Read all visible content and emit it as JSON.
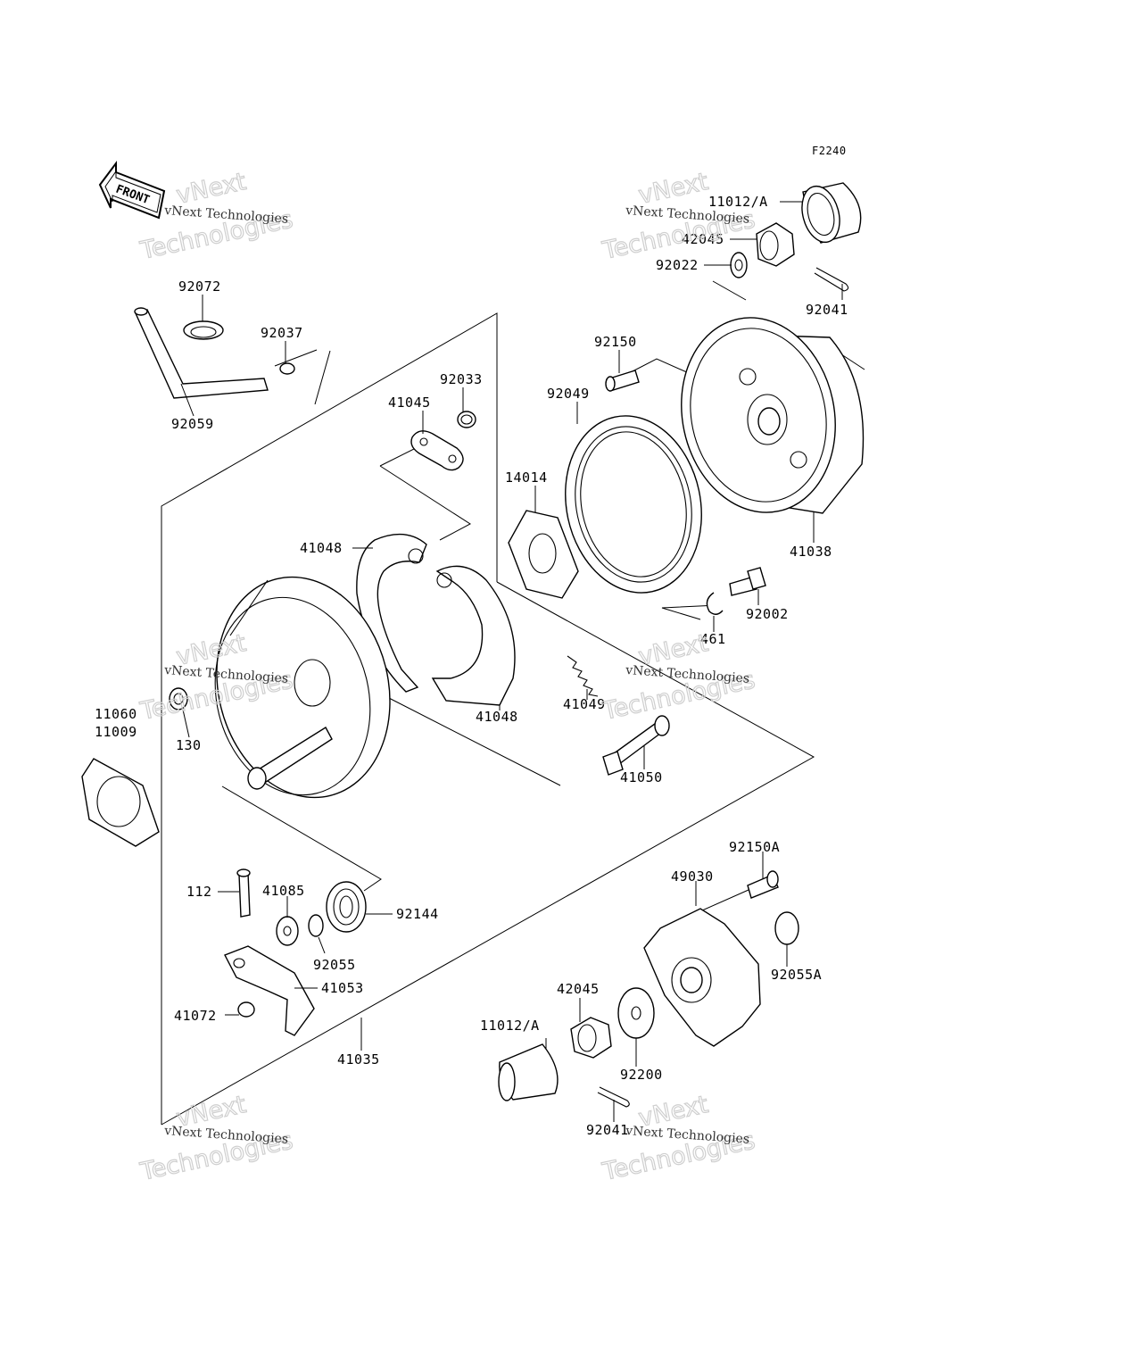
{
  "diagram_code": "F2240",
  "front_arrow_label": "FRONT",
  "watermark": {
    "line1": "vNext",
    "line2": "Technologies",
    "caption": "vNext Technologies"
  },
  "parts": [
    {
      "id": "p11012a_top",
      "number": "11012/A"
    },
    {
      "id": "p42045_top",
      "number": "42045"
    },
    {
      "id": "p92022",
      "number": "92022"
    },
    {
      "id": "p92041_top",
      "number": "92041"
    },
    {
      "id": "p92072",
      "number": "92072"
    },
    {
      "id": "p92037",
      "number": "92037"
    },
    {
      "id": "p92059",
      "number": "92059"
    },
    {
      "id": "p92033",
      "number": "92033"
    },
    {
      "id": "p41045",
      "number": "41045"
    },
    {
      "id": "p92150",
      "number": "92150"
    },
    {
      "id": "p92049",
      "number": "92049"
    },
    {
      "id": "p14014",
      "number": "14014"
    },
    {
      "id": "p41038",
      "number": "41038"
    },
    {
      "id": "p41048_top",
      "number": "41048"
    },
    {
      "id": "p92002",
      "number": "92002"
    },
    {
      "id": "p461",
      "number": "461"
    },
    {
      "id": "p41049",
      "number": "41049"
    },
    {
      "id": "p41048_bottom",
      "number": "41048"
    },
    {
      "id": "p11060",
      "number": "11060"
    },
    {
      "id": "p11009",
      "number": "11009"
    },
    {
      "id": "p130",
      "number": "130"
    },
    {
      "id": "p41050",
      "number": "41050"
    },
    {
      "id": "p92150a",
      "number": "92150A"
    },
    {
      "id": "p49030",
      "number": "49030"
    },
    {
      "id": "p112",
      "number": "112"
    },
    {
      "id": "p41085",
      "number": "41085"
    },
    {
      "id": "p92144",
      "number": "92144"
    },
    {
      "id": "p92055",
      "number": "92055"
    },
    {
      "id": "p92055a",
      "number": "92055A"
    },
    {
      "id": "p41053",
      "number": "41053"
    },
    {
      "id": "p41072",
      "number": "41072"
    },
    {
      "id": "p42045_bottom",
      "number": "42045"
    },
    {
      "id": "p11012a_bottom",
      "number": "11012/A"
    },
    {
      "id": "p92200",
      "number": "92200"
    },
    {
      "id": "p41035",
      "number": "41035"
    },
    {
      "id": "p92041_bottom",
      "number": "92041"
    }
  ]
}
